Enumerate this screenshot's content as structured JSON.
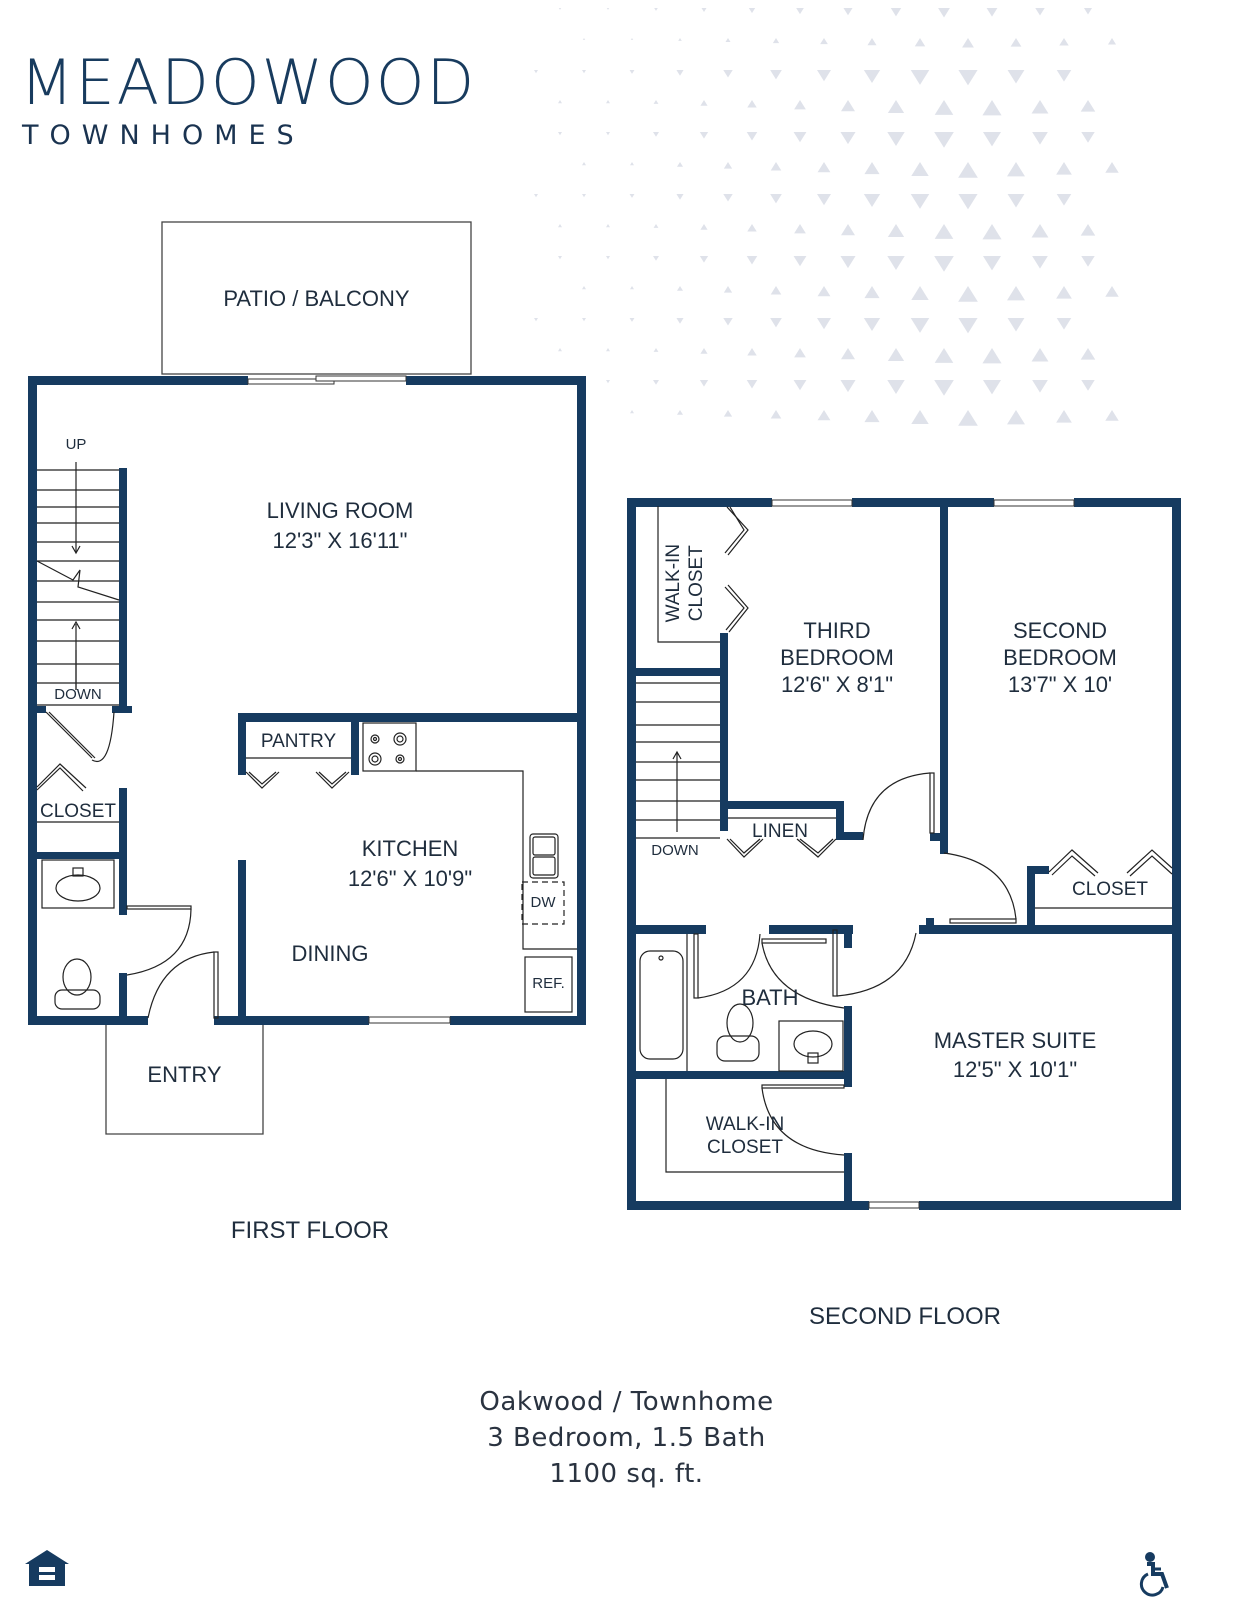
{
  "brand": {
    "name": "MEADOWOOD",
    "subtitle": "TOWNHOMES"
  },
  "colors": {
    "wall": "#163b60",
    "line": "#333333",
    "text": "#1f2d3d",
    "pattern": "#d9dde6"
  },
  "first_floor": {
    "title": "FIRST FLOOR",
    "rooms": {
      "patio": "PATIO / BALCONY",
      "living_name": "LIVING ROOM",
      "living_size": "12'3\" X 16'11\"",
      "stair_up": "UP",
      "stair_down": "DOWN",
      "closet": "CLOSET",
      "pantry": "PANTRY",
      "kitchen_name": "KITCHEN",
      "kitchen_size": "12'6\" X 10'9\"",
      "dining": "DINING",
      "dishwasher": "DW",
      "refrigerator": "REF.",
      "entry": "ENTRY"
    }
  },
  "second_floor": {
    "title": "SECOND FLOOR",
    "rooms": {
      "walkin_closet_1_line1": "WALK-IN",
      "walkin_closet_1_line2": "CLOSET",
      "third_bedroom_line1": "THIRD",
      "third_bedroom_line2": "BEDROOM",
      "third_bedroom_size": "12'6\" X 8'1\"",
      "second_bedroom_line1": "SECOND",
      "second_bedroom_line2": "BEDROOM",
      "second_bedroom_size": "13'7\" X 10'",
      "stair_down": "DOWN",
      "linen": "LINEN",
      "closet": "CLOSET",
      "bath": "BATH",
      "master_name": "MASTER SUITE",
      "master_size": "12'5\" X 10'1\"",
      "walkin_closet_2_line1": "WALK-IN",
      "walkin_closet_2_line2": "CLOSET"
    }
  },
  "unit_info": {
    "model": "Oakwood / Townhome",
    "beds_baths": "3 Bedroom, 1.5 Bath",
    "area": "1100 sq. ft."
  },
  "footer": {
    "left_icon": "equal-housing-icon",
    "right_icon": "wheelchair-accessible-icon"
  }
}
